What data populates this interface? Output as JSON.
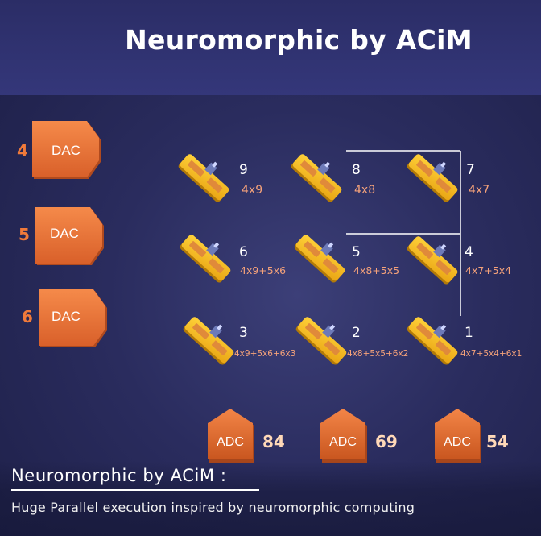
{
  "title": "Neuromorphic by ACiM",
  "inputs": [
    {
      "value": "4",
      "label": "DAC"
    },
    {
      "value": "5",
      "label": "DAC"
    },
    {
      "value": "6",
      "label": "DAC"
    }
  ],
  "cells": [
    [
      {
        "weight": "9",
        "expr": "4x9"
      },
      {
        "weight": "8",
        "expr": "4x8"
      },
      {
        "weight": "7",
        "expr": "4x7"
      }
    ],
    [
      {
        "weight": "6",
        "expr": "4x9+5x6"
      },
      {
        "weight": "5",
        "expr": "4x8+5x5"
      },
      {
        "weight": "4",
        "expr": "4x7+5x4"
      }
    ],
    [
      {
        "weight": "3",
        "expr": "4x9+5x6+6x3"
      },
      {
        "weight": "2",
        "expr": "4x8+5x5+6x2"
      },
      {
        "weight": "1",
        "expr": "4x7+5x4+6x1"
      }
    ]
  ],
  "outputs": [
    {
      "label": "ADC",
      "value": "84"
    },
    {
      "label": "ADC",
      "value": "69"
    },
    {
      "label": "ADC",
      "value": "54"
    }
  ],
  "footer": {
    "title": "Neuromorphic by ACiM :",
    "subtitle": "Huge Parallel execution inspired by neuromorphic computing"
  },
  "colors": {
    "orange": "#f07a3a",
    "wire_glow": "#ffb347",
    "output_value": "#ffd9b8",
    "expr": "#f5a27a"
  }
}
